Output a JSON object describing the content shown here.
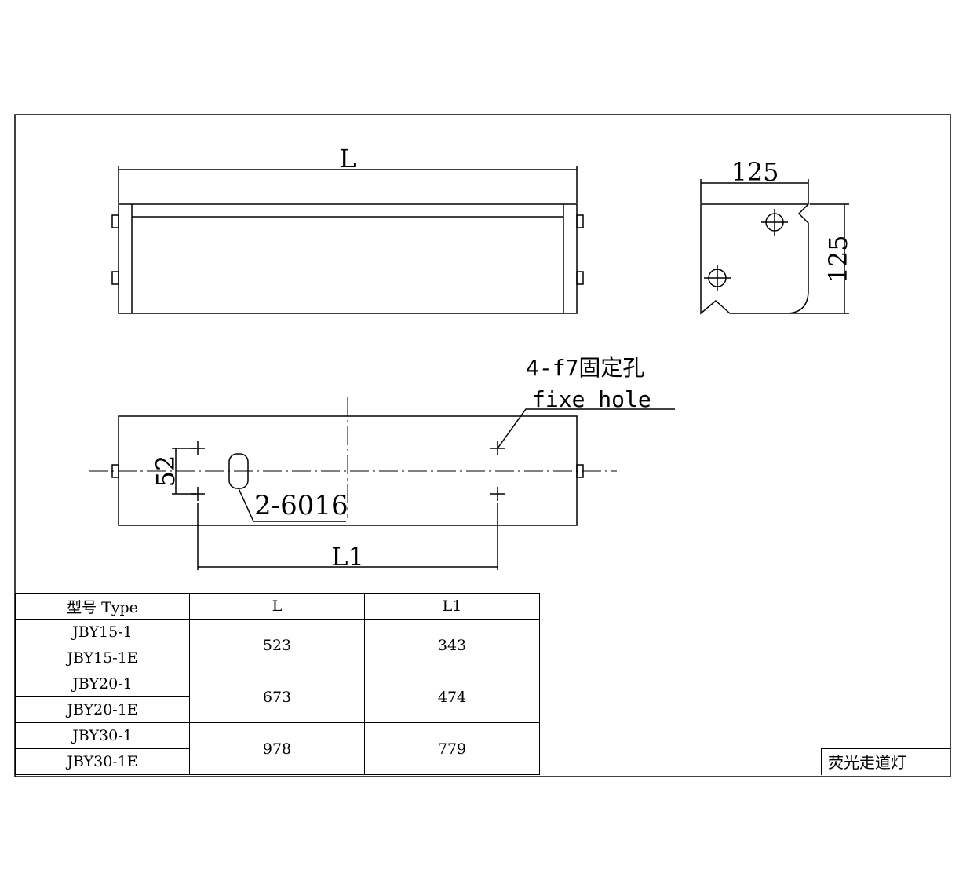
{
  "front_view": {
    "length_label": "L"
  },
  "end_view": {
    "width_label": "125",
    "height_label": "125"
  },
  "bottom_view": {
    "hole_spacing_label": "52",
    "slot_label": "2-6016",
    "fixing_hole_label_cn": "4-f7固定孔",
    "fixing_hole_label_en": "fixe hole",
    "span_label": "L1"
  },
  "spec_table": {
    "headers": [
      "型号 Type",
      "L",
      "L1"
    ],
    "groups": [
      {
        "types": [
          "JBY15-1",
          "JBY15-1E"
        ],
        "L": "523",
        "L1": "343"
      },
      {
        "types": [
          "JBY20-1",
          "JBY20-1E"
        ],
        "L": "673",
        "L1": "474"
      },
      {
        "types": [
          "JBY30-1",
          "JBY30-1E"
        ],
        "L": "978",
        "L1": "779"
      }
    ]
  },
  "title_block": {
    "name": "荧光走道灯"
  }
}
